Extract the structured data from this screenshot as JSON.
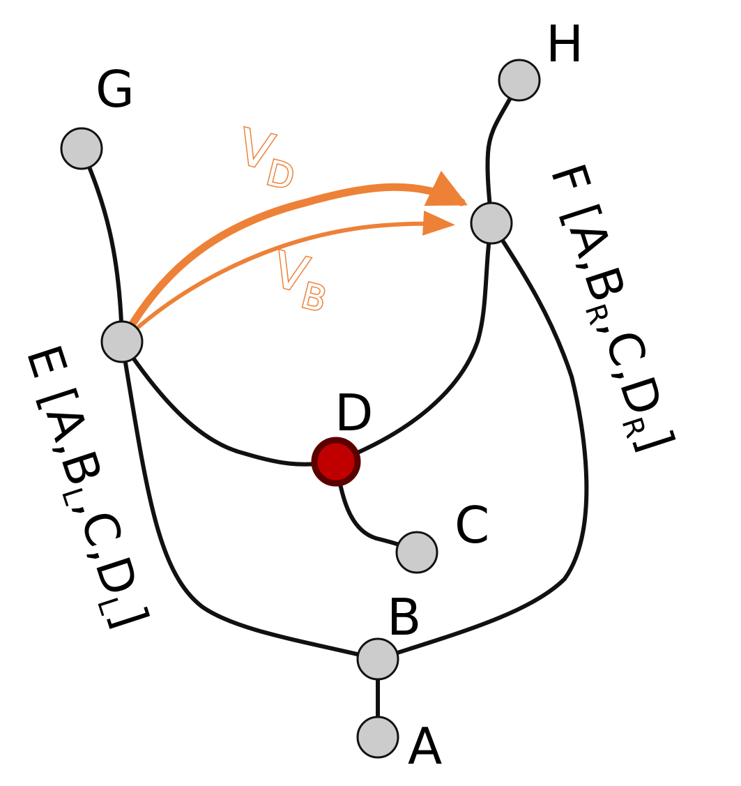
{
  "colors": {
    "node_fill": "#cccccc",
    "node_stroke": "#111111",
    "edge": "#111111",
    "highlight_fill": "#c00000",
    "highlight_stroke": "#5a0000",
    "arrow": "#ed8137",
    "text": "#000000"
  },
  "nodes": {
    "A": "A",
    "B": "B",
    "C": "C",
    "D": "D",
    "G": "G",
    "H": "H"
  },
  "labels": {
    "E": {
      "main": "E [A,B",
      "sub1": "L",
      "mid": ",C,D",
      "sub2": "L",
      "end": "]"
    },
    "F": {
      "main": "F [A,B",
      "sub1": "R",
      "mid": ",C,D",
      "sub2": "R",
      "end": "]"
    }
  },
  "vectors": {
    "vd": {
      "letter": "V",
      "sub": "D"
    },
    "vb": {
      "letter": "V",
      "sub": "B"
    }
  }
}
